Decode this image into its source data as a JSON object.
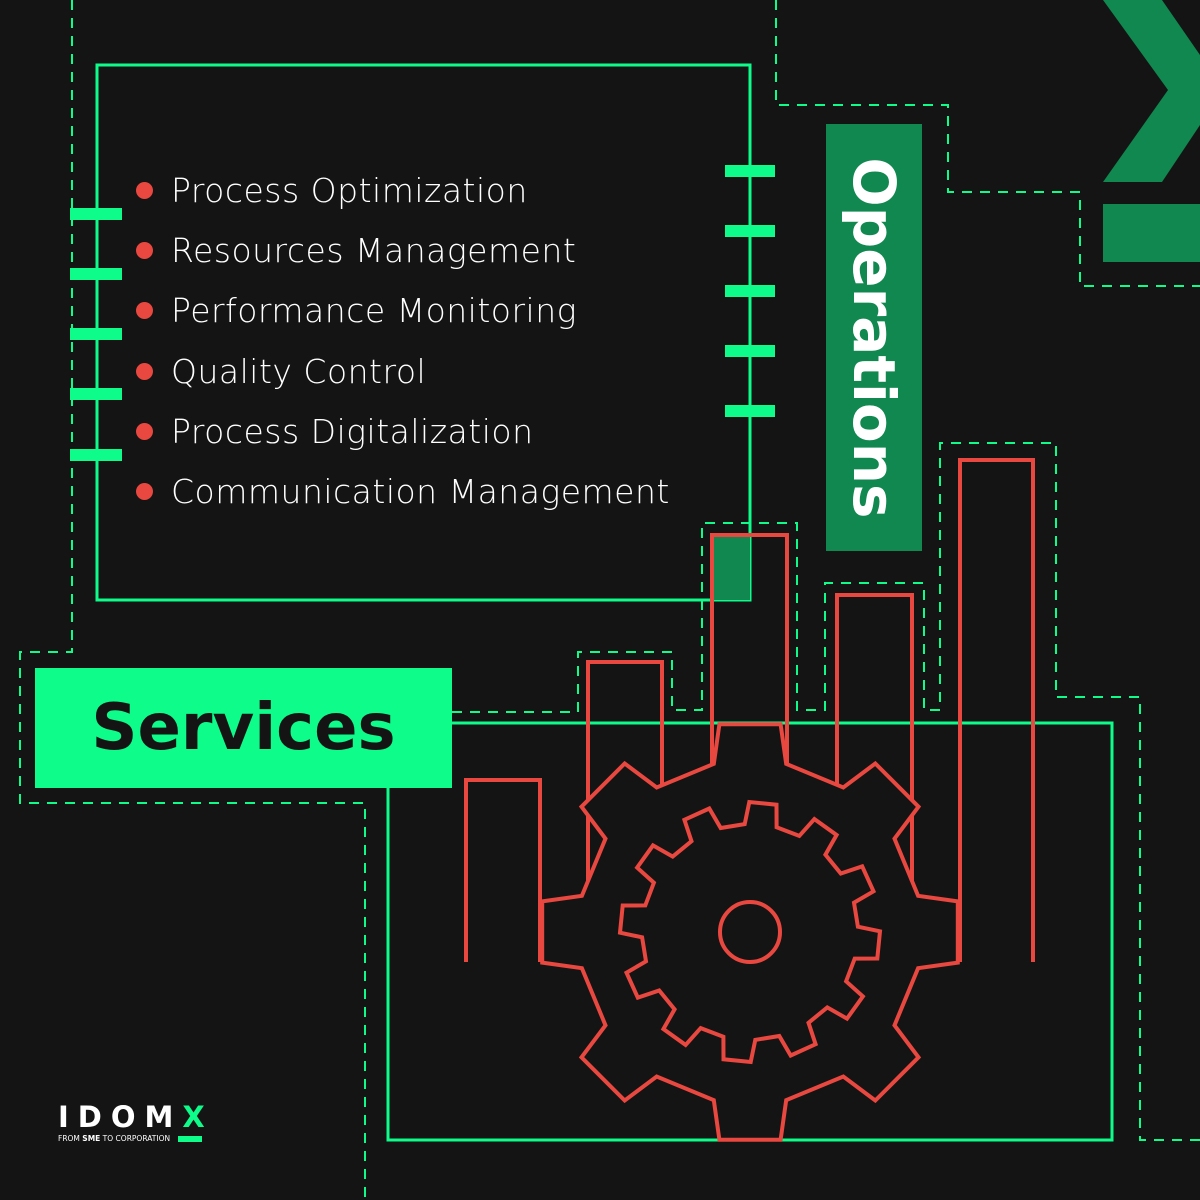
{
  "list_items": [
    "Process Optimization",
    "Resources Management",
    "Performance Monitoring",
    "Quality Control",
    "Process Digitalization",
    "Communication Management"
  ],
  "services_label": "Services",
  "operations_label": "Operations",
  "logo": {
    "word_main": "IDOM",
    "word_accent": "X",
    "tagline_pre": "FROM ",
    "tagline_bold": "SME",
    "tagline_post": " TO CORPORATION"
  },
  "colors": {
    "background": "#141414",
    "bright_green": "#0efc8a",
    "dark_green": "#10884f",
    "red": "#e8483f"
  }
}
